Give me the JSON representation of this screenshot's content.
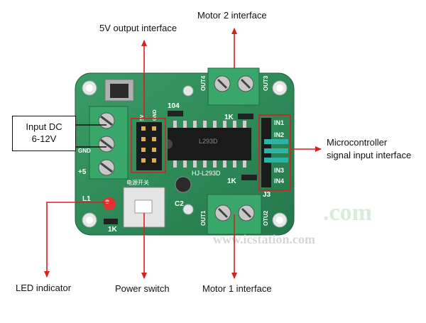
{
  "labels": {
    "motor2": "Motor 2 interface",
    "output5v": "5V output interface",
    "input_dc": [
      "Input DC",
      "6-12V"
    ],
    "mcu": [
      "Microcontroller",
      "signal input interface"
    ],
    "led": "LED indicator",
    "power_switch": "Power switch",
    "motor1": "Motor 1 interface"
  },
  "board": {
    "chip_text": [
      "L293D"
    ],
    "silkscreen": [
      "104",
      "1K",
      "1K",
      "1K",
      "C2",
      "J3",
      "L1",
      "+5",
      "GND",
      "OUT4",
      "OUT3",
      "OUT1",
      "OTU2",
      "IN1",
      "IN2",
      "IN3",
      "IN4",
      "HJ-L293D",
      "电源开关",
      "5V",
      "GND"
    ]
  },
  "watermark": [
    "www.icstation.com",
    ".com"
  ],
  "colors": {
    "pcb": "#2f8f5b",
    "arrow": "#d62020",
    "terminal": "#3aa76a",
    "chip": "#1a1a1a"
  }
}
